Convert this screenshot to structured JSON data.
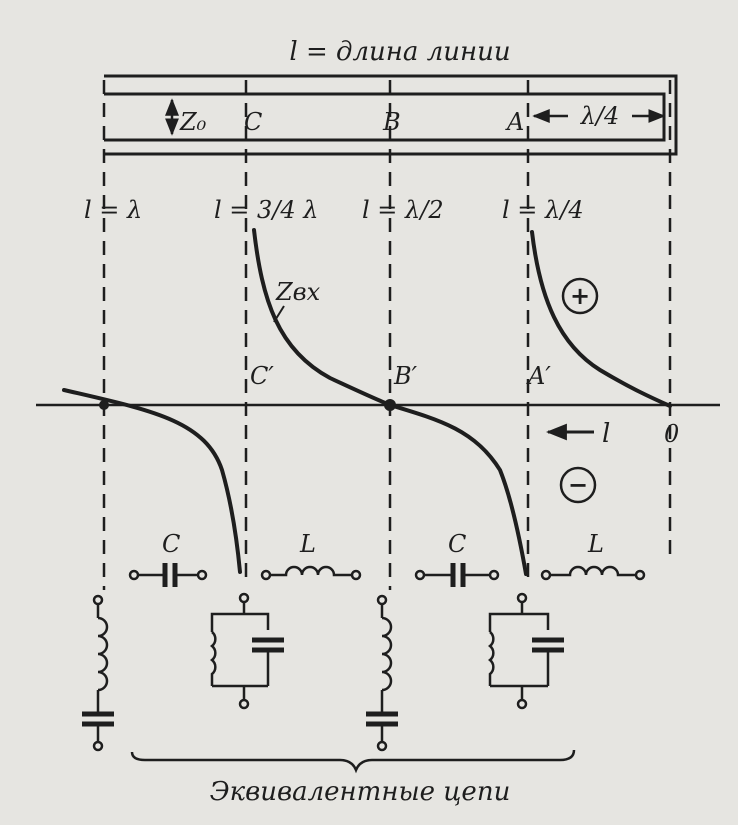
{
  "title": "l = длина линии",
  "footer": "Эквивалентные цепи",
  "line": {
    "impedance_label": "Z₀",
    "quarter_wave": "λ/4"
  },
  "points": {
    "C": "C",
    "B": "B",
    "A": "A"
  },
  "positions": {
    "lambda": "l = λ",
    "three_quarter": "l = 3/4 λ",
    "half": "l = λ/2",
    "quarter": "l = λ/4"
  },
  "curve": {
    "label": "Zвх",
    "C_prime": "C′",
    "B_prime": "B′",
    "A_prime": "A′",
    "origin": "0",
    "l_axis": "l"
  },
  "signs": {
    "plus": "+",
    "minus": "−"
  },
  "elements": {
    "cap1": "C",
    "ind1": "L",
    "cap2": "C",
    "ind2": "L"
  },
  "colors": {
    "ink": "#1e1e1e",
    "paper": "#e6e5e1"
  }
}
